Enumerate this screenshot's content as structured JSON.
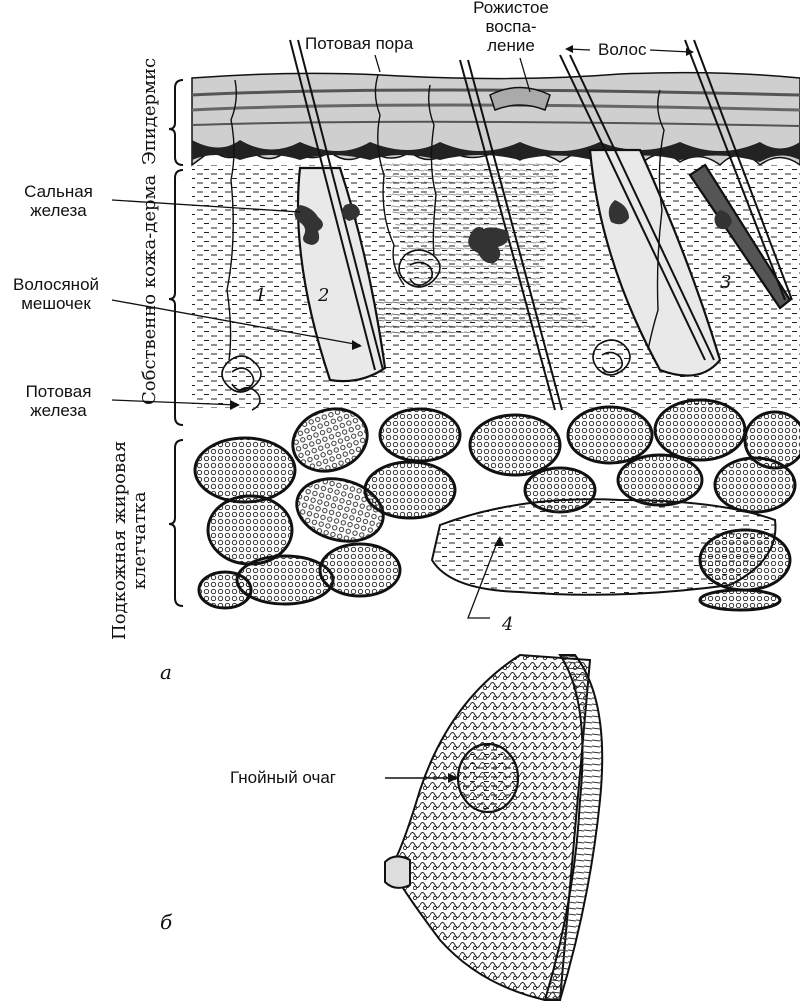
{
  "panel_a": {
    "label": "а",
    "callouts": {
      "sweat_pore": "Потовая пора",
      "erysipelas": "Рожистое\nвоспа-\nление",
      "hair": "Волос",
      "sebaceous_gland": "Сальная\nжелеза",
      "hair_follicle": "Волосяной\nмешочек",
      "sweat_gland": "Потовая\nжелеза"
    },
    "layers": {
      "epidermis": "Эпидермис",
      "dermis": "Собственно кожа-дерма",
      "subcutaneous": "Подкожная жировая\nклетчатка"
    },
    "numbers": [
      "1",
      "2",
      "3",
      "4"
    ]
  },
  "panel_b": {
    "label": "б",
    "callouts": {
      "abscess": "Гнойный очаг"
    }
  }
}
